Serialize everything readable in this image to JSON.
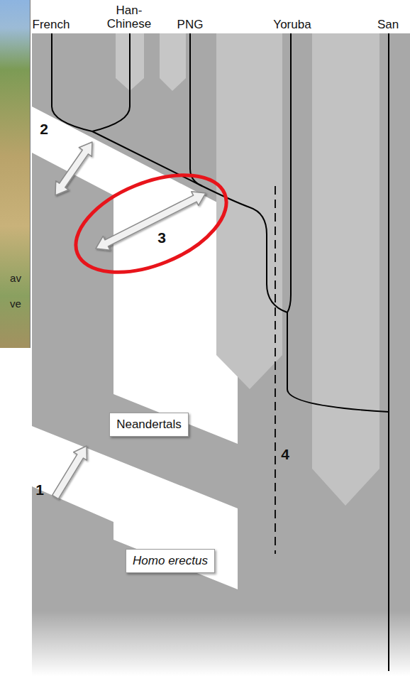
{
  "diagram": {
    "nodes": [
      {
        "text": [
          "Neandertals"
        ]
      },
      {
        "text": [
          "Homo erectus"
        ]
      }
    ],
    "labels": [
      "Han- Chinese",
      "French",
      "PNG",
      "Yoruba",
      "San",
      "2",
      "3",
      "av",
      "ve",
      "4",
      "1"
    ]
  }
}
